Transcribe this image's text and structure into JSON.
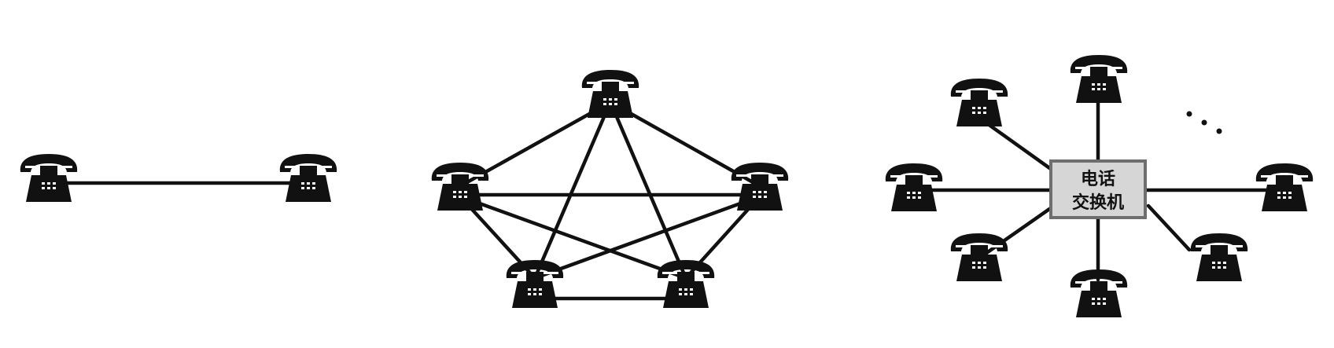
{
  "panels": [
    {
      "id": "direct",
      "phones": [
        "p1",
        "p2"
      ],
      "links": [
        [
          "p1",
          "p2"
        ]
      ]
    },
    {
      "id": "full-mesh",
      "phones": [
        "top",
        "left",
        "right",
        "bottom-left",
        "bottom-right"
      ],
      "links": [
        [
          "top",
          "left"
        ],
        [
          "top",
          "right"
        ],
        [
          "top",
          "bottom-left"
        ],
        [
          "top",
          "bottom-right"
        ],
        [
          "left",
          "right"
        ],
        [
          "left",
          "bottom-left"
        ],
        [
          "left",
          "bottom-right"
        ],
        [
          "right",
          "bottom-left"
        ],
        [
          "right",
          "bottom-right"
        ],
        [
          "bottom-left",
          "bottom-right"
        ]
      ]
    },
    {
      "id": "star",
      "phones": [
        "top",
        "top-left",
        "left",
        "bottom-left",
        "bottom",
        "bottom-right",
        "right"
      ],
      "switch": {
        "label_line1": "电话",
        "label_line2": "交换机"
      },
      "ellipsis": true
    }
  ],
  "colors": {
    "ink": "#111111",
    "switch_fill": "#d6d6d6",
    "switch_border": "#6e6e6e"
  },
  "icons": [
    "telephone-icon"
  ]
}
